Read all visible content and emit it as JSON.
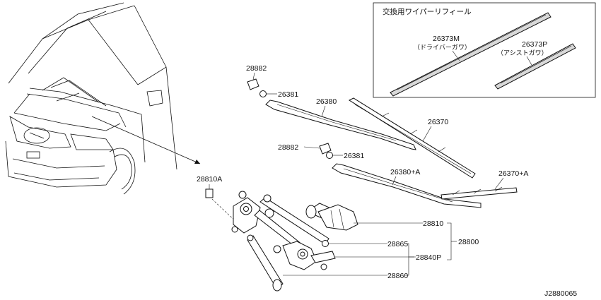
{
  "inset_title": "交換用ワイパーリフィール",
  "inset_labels": {
    "driver_refill_num": "26373M",
    "driver_refill_desc": "（ドライバーガワ）",
    "assist_refill_num": "26373P",
    "assist_refill_desc": "（アシストガワ）"
  },
  "labels": {
    "cap_upper": "28882",
    "nut_upper": "26381",
    "arm_driver": "26380",
    "blade_driver": "26370",
    "cap_lower": "28882",
    "nut_lower": "26381",
    "arm_assist": "26380+A",
    "blade_assist": "26370+A",
    "pivot_cap": "28810A",
    "motor": "28810",
    "assembly": "28800",
    "link": "28865",
    "linkage": "28840P",
    "rod": "28860"
  },
  "diagram_code": "J2880065"
}
